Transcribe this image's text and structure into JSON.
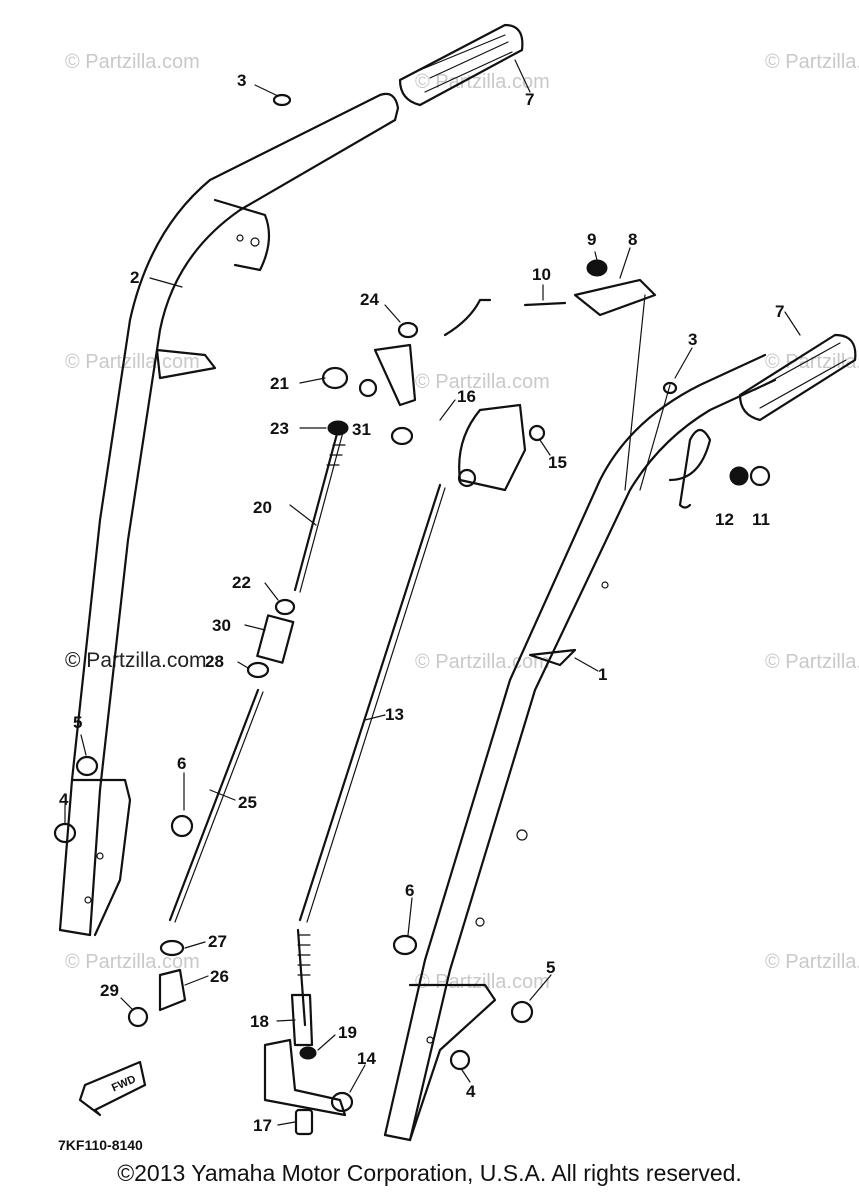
{
  "watermark": "© Partzilla.com",
  "diagram_code": "7KF110-8140",
  "fwd_label": "FWD",
  "copyright": "©2013 Yamaha Motor Corporation, U.S.A. All rights reserved.",
  "callouts": {
    "c3a": "3",
    "c7a": "7",
    "c2": "2",
    "c9": "9",
    "c8": "8",
    "c10": "10",
    "c24": "24",
    "c7b": "7",
    "c3b": "3",
    "c21": "21",
    "c16": "16",
    "c23": "23",
    "c31": "31",
    "c15": "15",
    "c12": "12",
    "c11": "11",
    "c20": "20",
    "c22": "22",
    "c1": "1",
    "c30": "30",
    "c28": "28",
    "c13": "13",
    "c5a": "5",
    "c6a": "6",
    "c25": "25",
    "c4a": "4",
    "c27": "27",
    "c6b": "6",
    "c26": "26",
    "c5b": "5",
    "c29": "29",
    "c18": "18",
    "c19": "19",
    "c14": "14",
    "c4b": "4",
    "c17": "17"
  }
}
